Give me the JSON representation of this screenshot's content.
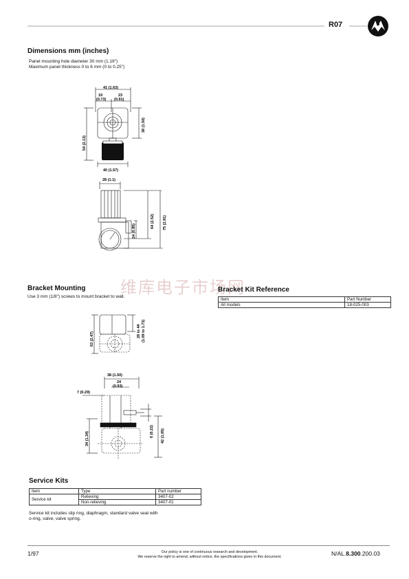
{
  "header": {
    "code": "R07"
  },
  "dimensions": {
    "title": "Dimensions mm (inches)",
    "line1": "Panel mounting hole diameter 30 mm (1.19\")",
    "line2": "Maximum panel thickness 0 to 6 mm (0 to 0.25\")",
    "d_41": "41 (1.63)",
    "d_19": "19",
    "d_19b": "(0.73)",
    "d_23": "23",
    "d_23b": "(0.91)",
    "d_38": "38 (1.50)",
    "d_54": "54 (2.13)",
    "d_40": "40 (1.57)",
    "d_28": "28 (1.1)",
    "d_64": "64 (2.52)",
    "d_75": "75 (2.91)",
    "d_24": "24 (0.95)"
  },
  "bracket": {
    "title": "Bracket Mounting",
    "desc": "Use 3 mm (1/8\") screws to mount bracket to wall.",
    "d_63": "63 (2.47)",
    "d_28to44": "28 to 44",
    "d_28to44b": "(1.09 to 1.73)",
    "d_38": "38 (1.50)",
    "d_24": "24",
    "d_24b": "(0.93)",
    "d_7": "7 (0.29)",
    "d_34": "34 (1.34)",
    "d_6": "6 (0.22)",
    "d_42": "42 (1.65)"
  },
  "bracket_kit": {
    "title": "Bracket Kit Reference",
    "headers": [
      "Item",
      "Part Number"
    ],
    "rows": [
      [
        "All models",
        "18-025-003"
      ]
    ]
  },
  "service_kits": {
    "title": "Service Kits",
    "headers": [
      "Item",
      "Type",
      "Part number"
    ],
    "item": "Service kit",
    "rows": [
      [
        "Relieving",
        "3407-02"
      ],
      [
        "Non-relieving",
        "3407-01"
      ]
    ],
    "note1": "Service kit includes slip ring, diaphragm, standard valve seat with",
    "note2": "o-ring, valve, valve spring."
  },
  "footer": {
    "left": "1/97",
    "mid1": "Our policy is one of continuous research and development.",
    "mid2": "We reserve the right to amend, without notice, the specifications given in this document.",
    "right_a": "N/AL.",
    "right_b": "8.300",
    "right_c": ".200.03"
  },
  "watermark": "维库电子市场网"
}
